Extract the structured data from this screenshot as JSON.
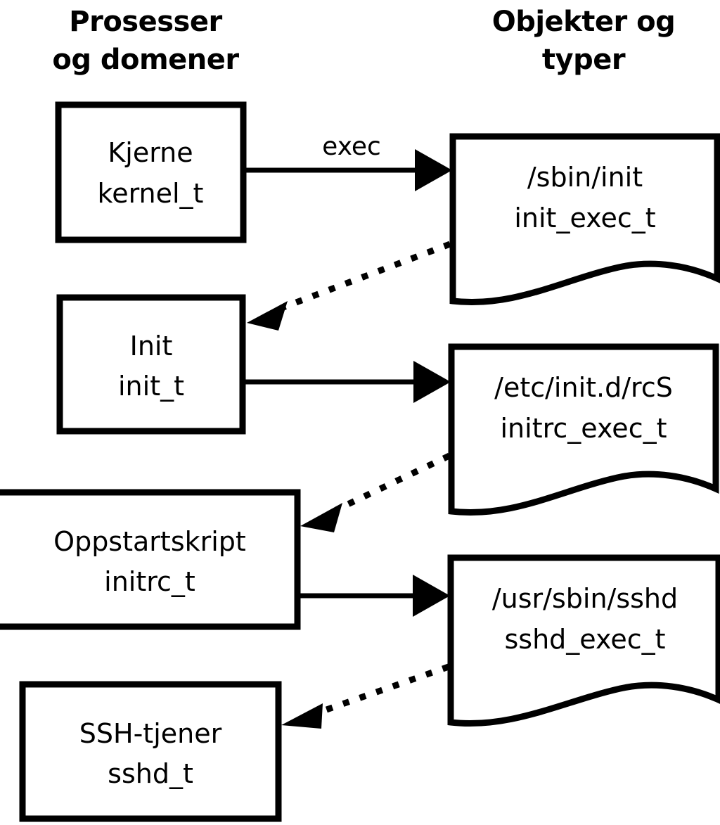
{
  "diagram": {
    "title_left": "Prosesser\nog domener",
    "headers": {
      "left_line1": "Prosesser",
      "left_line2": "og domener",
      "right_line1": "Objekter og",
      "right_line2": "typer"
    },
    "colors": {
      "background": "#ffffff",
      "stroke": "#000000",
      "text": "#000000"
    },
    "processes": [
      {
        "id": "kernel",
        "line1": "Kjerne",
        "line2": "kernel_t"
      },
      {
        "id": "init",
        "line1": "Init",
        "line2": "init_t"
      },
      {
        "id": "initrc",
        "line1": "Oppstartskript",
        "line2": "initrc_t"
      },
      {
        "id": "sshd",
        "line1": "SSH-tjener",
        "line2": "sshd_t"
      }
    ],
    "objects": [
      {
        "id": "init_exec",
        "line1": "/sbin/init",
        "line2": "init_exec_t"
      },
      {
        "id": "initrc_exec",
        "line1": "/etc/init.d/rcS",
        "line2": "initrc_exec_t"
      },
      {
        "id": "sshd_exec",
        "line1": "/usr/sbin/sshd",
        "line2": "sshd_exec_t"
      }
    ],
    "edges": [
      {
        "id": "kernel-exec-init_exec",
        "label": "exec",
        "style": "solid",
        "from": "kernel",
        "to": "init_exec"
      },
      {
        "id": "init_exec-transition-init",
        "label": "",
        "style": "dotted",
        "from": "init_exec",
        "to": "init"
      },
      {
        "id": "init-exec-initrc_exec",
        "label": "",
        "style": "solid",
        "from": "init",
        "to": "initrc_exec"
      },
      {
        "id": "initrc_exec-transition-initrc",
        "label": "",
        "style": "dotted",
        "from": "initrc_exec",
        "to": "initrc"
      },
      {
        "id": "initrc-exec-sshd_exec",
        "label": "",
        "style": "solid",
        "from": "initrc",
        "to": "sshd_exec"
      },
      {
        "id": "sshd_exec-transition-sshd",
        "label": "",
        "style": "dotted",
        "from": "sshd_exec",
        "to": "sshd"
      }
    ]
  }
}
